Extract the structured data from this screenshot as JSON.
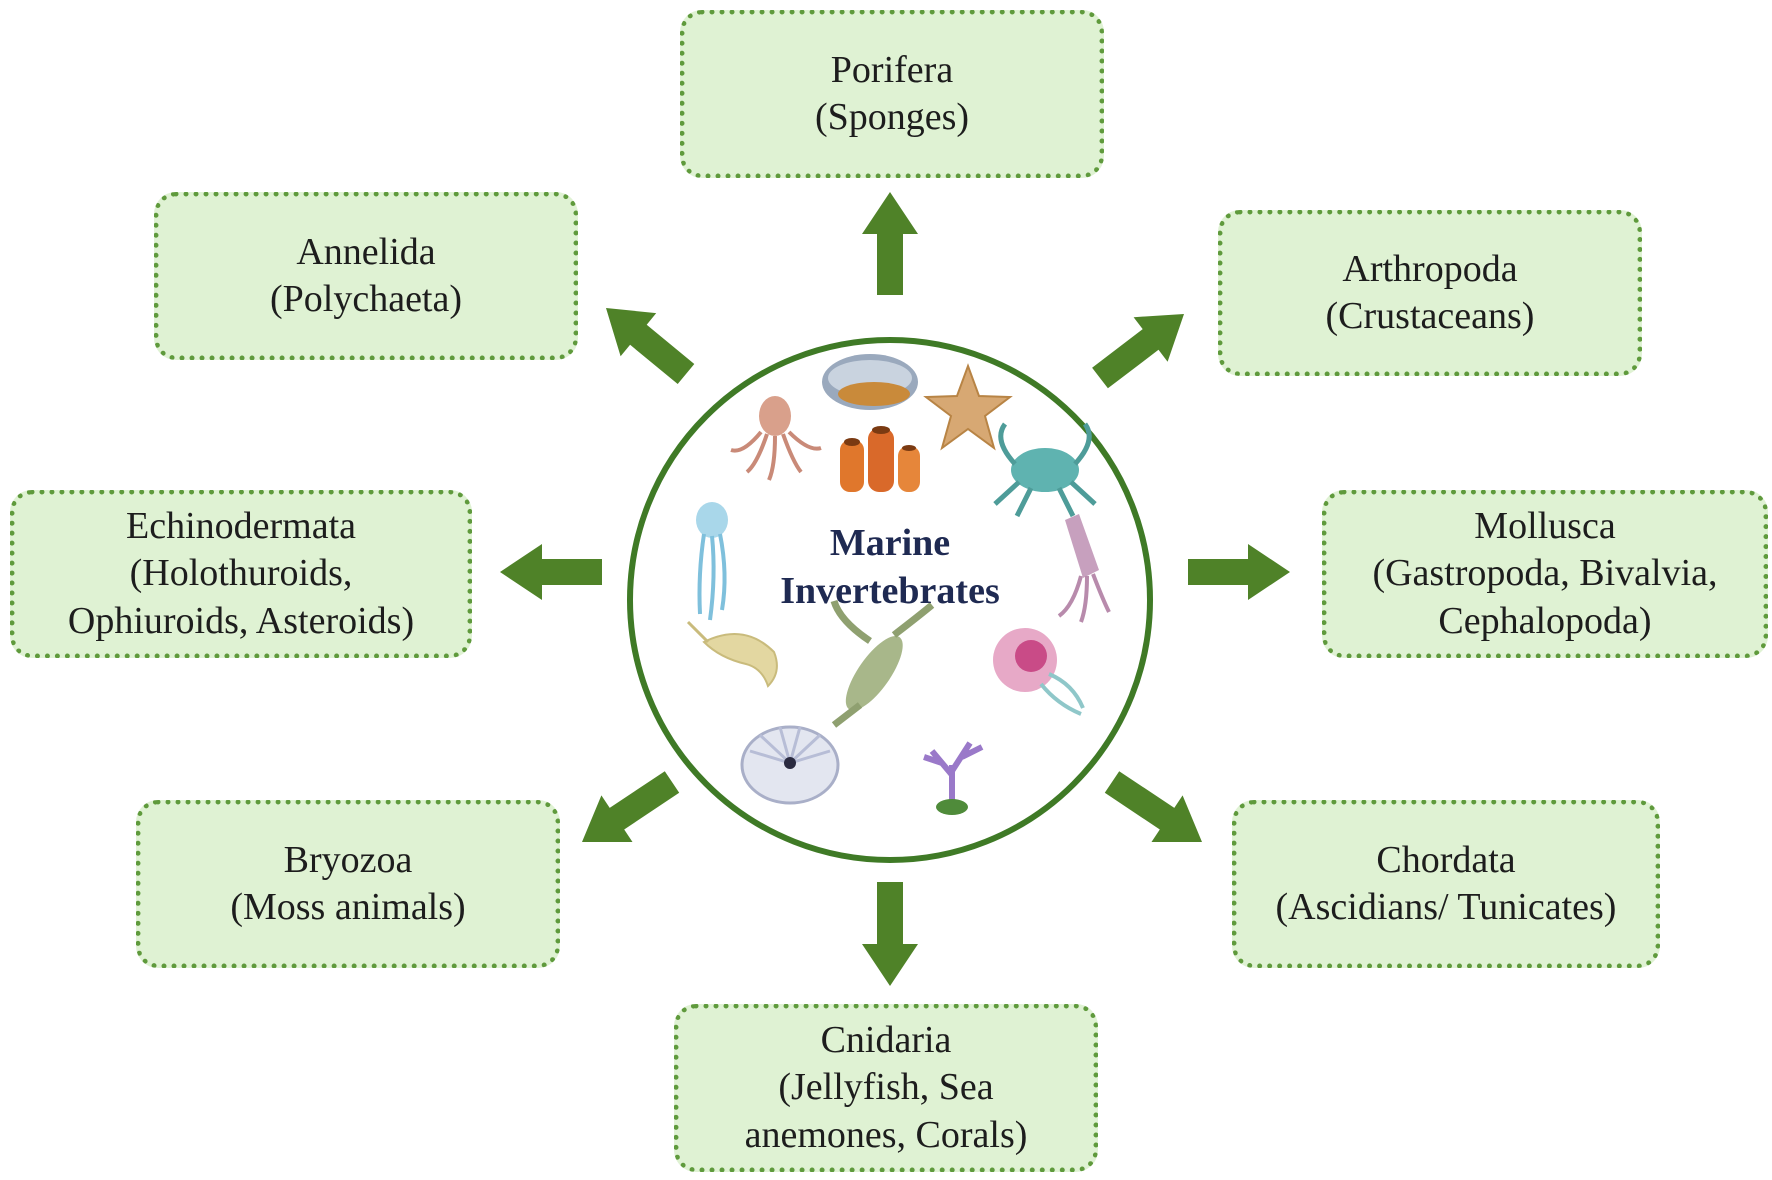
{
  "center": {
    "title_line1": "Marine",
    "title_line2": "Invertebrates"
  },
  "colors": {
    "box_fill": "#dff2d3",
    "box_border": "#5f9a3c",
    "arrow": "#4f8228",
    "circle_border": "#3f7a26"
  },
  "illustration_icons": [
    "clam-icon",
    "starfish-icon",
    "octopus-icon",
    "sponge-icon",
    "crab-icon",
    "jellyfish-icon",
    "squid-icon",
    "shrimp-icon",
    "lobster-icon",
    "nautilus-icon",
    "sea-urchin-icon",
    "coral-icon"
  ],
  "phyla": [
    {
      "id": "porifera",
      "name": "Porifera",
      "desc": [
        "(Sponges)"
      ]
    },
    {
      "id": "arthropoda",
      "name": "Arthropoda",
      "desc": [
        "(Crustaceans)"
      ]
    },
    {
      "id": "mollusca",
      "name": "Mollusca",
      "desc": [
        "(Gastropoda, Bivalvia,",
        "Cephalopoda)"
      ]
    },
    {
      "id": "chordata",
      "name": "Chordata",
      "desc": [
        "(Ascidians/ Tunicates)"
      ]
    },
    {
      "id": "cnidaria",
      "name": "Cnidaria",
      "desc": [
        "(Jellyfish, Sea",
        "anemones, Corals)"
      ]
    },
    {
      "id": "bryozoa",
      "name": "Bryozoa",
      "desc": [
        "(Moss animals)"
      ]
    },
    {
      "id": "echinodermata",
      "name": "Echinodermata",
      "desc": [
        "(Holothuroids,",
        "Ophiuroids, Asteroids)"
      ]
    },
    {
      "id": "annelida",
      "name": "Annelida",
      "desc": [
        "(Polychaeta)"
      ]
    }
  ]
}
